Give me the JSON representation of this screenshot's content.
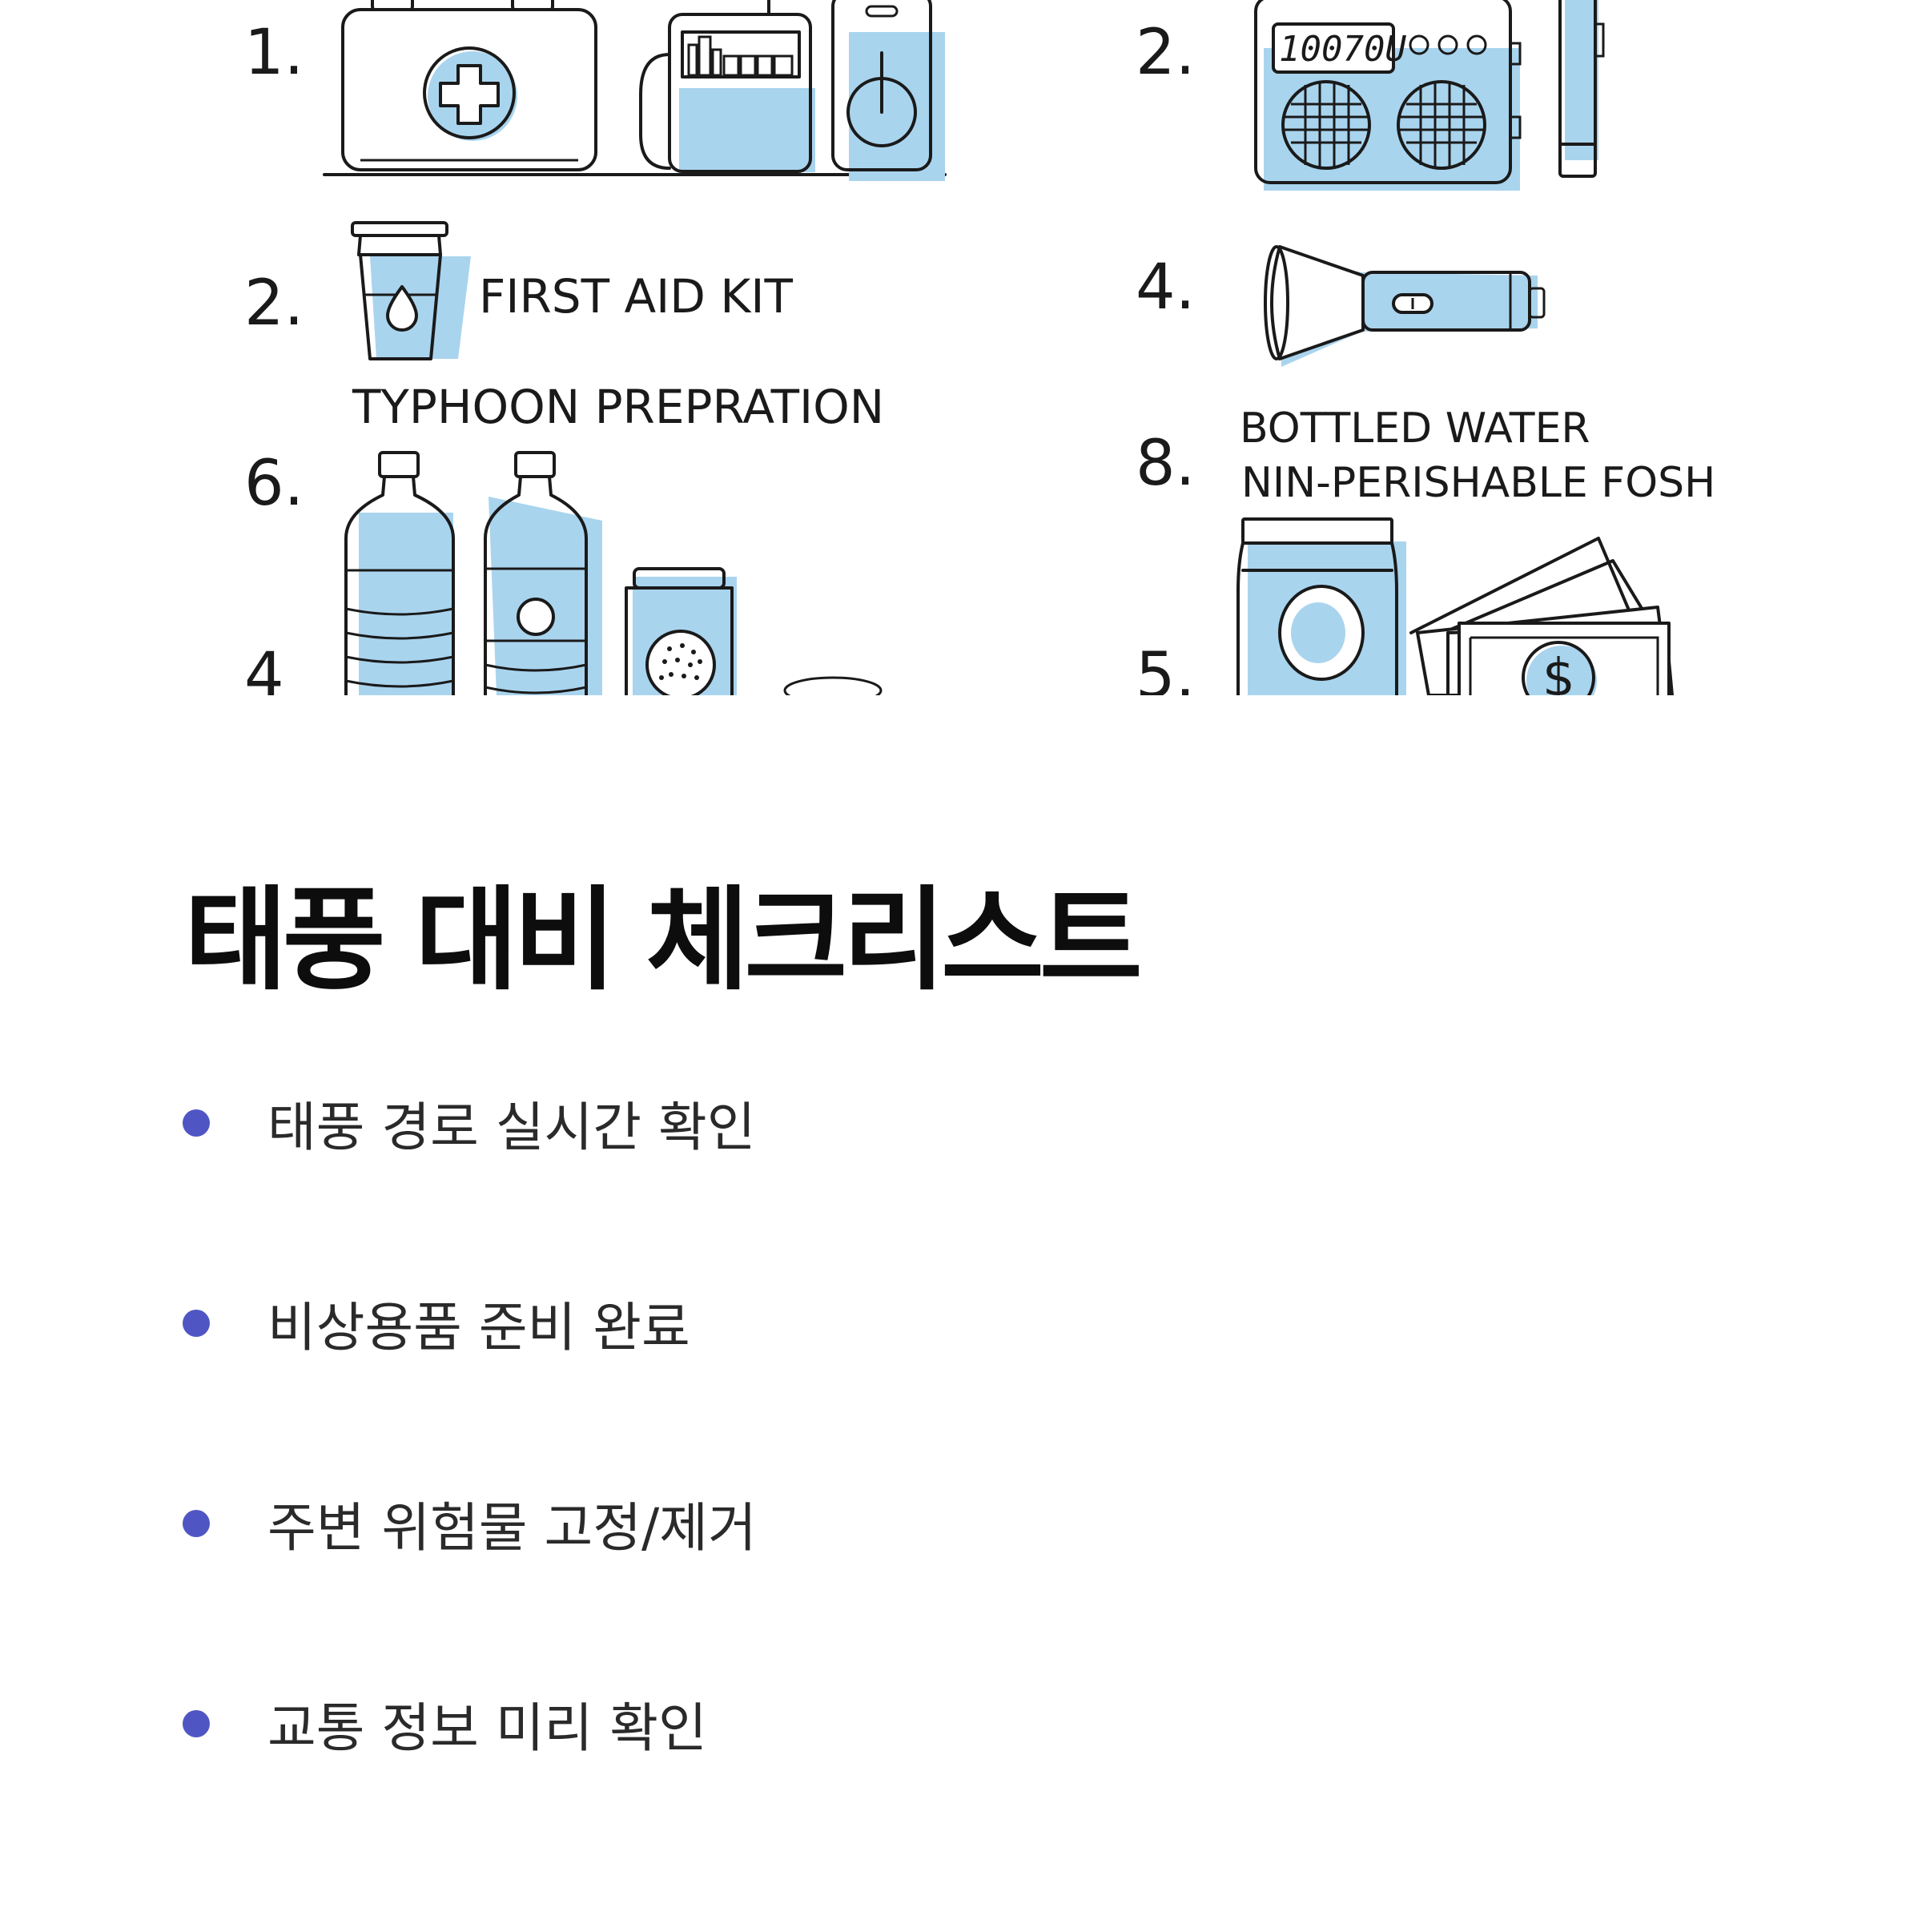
{
  "illustration": {
    "numbers": [
      "1.",
      "2.",
      "2.",
      "4.",
      "6.",
      "8.",
      "4",
      "5."
    ],
    "labels": [
      "FIRST AID KIT",
      "TYPHOON PREPRATION",
      "BOTTLED WATER",
      "NIN-PERISHABLE FOSH"
    ],
    "radio_display": "10070U",
    "money_symbol": "$"
  },
  "checklist": {
    "title": "태풍 대비 체크리스트",
    "items": [
      {
        "label": "태풍 경로 실시간 확인"
      },
      {
        "label": "비상용품 준비 완료"
      },
      {
        "label": "주변 위험물 고정/제거"
      },
      {
        "label": "교통 정보 미리 확인"
      }
    ]
  },
  "colors": {
    "accent_blue": "#a9d4ee",
    "bullet": "#4f56c4",
    "ink": "#1a1a1a"
  }
}
